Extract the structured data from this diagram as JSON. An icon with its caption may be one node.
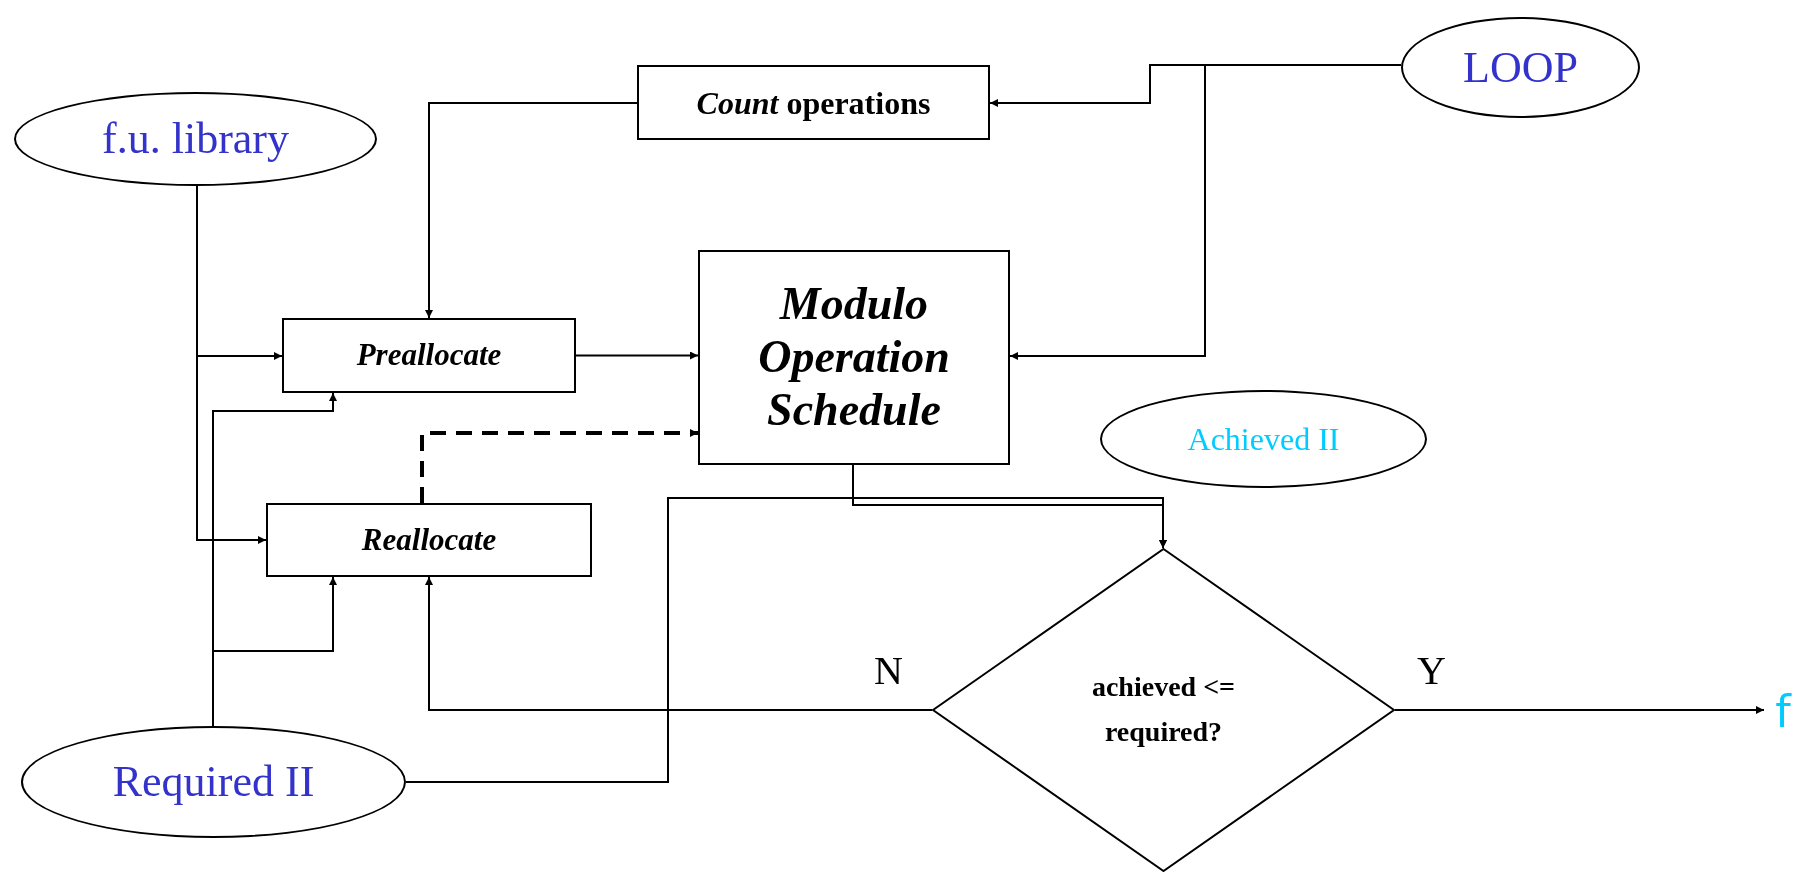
{
  "diagram": {
    "nodes": [
      {
        "text": [
          "f.u. library"
        ]
      },
      {
        "text": [
          "*Count* operations"
        ]
      },
      {
        "text": [
          "LOOP"
        ]
      },
      {
        "text": [
          "Preallocate"
        ]
      },
      {
        "text": [
          "Modulo Operation Schedule"
        ]
      },
      {
        "text": [
          "Achieved II"
        ]
      },
      {
        "text": [
          "Reallocate"
        ]
      },
      {
        "text": [
          "achieved <= required?"
        ]
      },
      {
        "text": [
          "Required II"
        ]
      },
      {
        "text": [
          "f"
        ]
      }
    ],
    "edges": [
      {
        "from": 2,
        "to": 1,
        "arrow": "to"
      },
      {
        "from": 2,
        "to": 4,
        "arrow": "to"
      },
      {
        "from": 1,
        "to": 3,
        "arrow": "to"
      },
      {
        "from": 0,
        "to": 3,
        "arrow": "to"
      },
      {
        "from": 0,
        "to": 6,
        "arrow": "to"
      },
      {
        "from": 3,
        "to": 4,
        "arrow": "to"
      },
      {
        "from": 8,
        "to": 3,
        "arrow": "to"
      },
      {
        "from": 8,
        "to": 6,
        "arrow": "to"
      },
      {
        "from": 6,
        "to": 4,
        "arrow": "to",
        "style": "dashed"
      },
      {
        "from": 4,
        "to": 7,
        "arrow": "to"
      },
      {
        "from": 8,
        "to": 7,
        "arrow": "to"
      },
      {
        "from": 7,
        "to": 6,
        "arrow": "to",
        "label": "N"
      },
      {
        "from": 7,
        "to": 9,
        "arrow": "to",
        "label": "Y"
      }
    ]
  }
}
